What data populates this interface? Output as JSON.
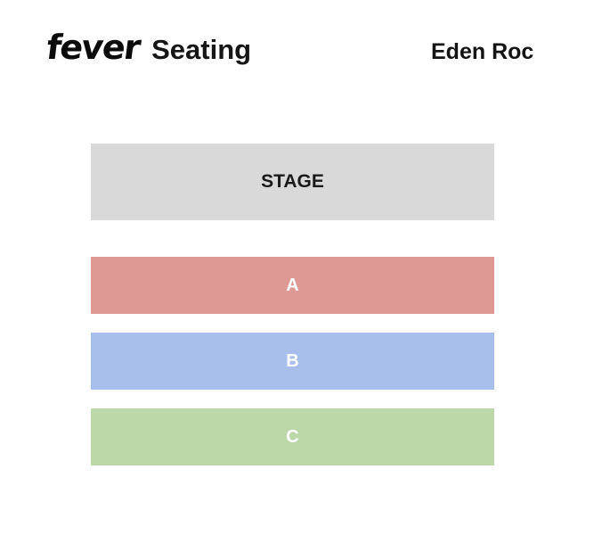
{
  "header": {
    "logo": "fever",
    "app_title": "Seating",
    "venue": "Eden Roc"
  },
  "seating_map": {
    "stage": {
      "label": "STAGE",
      "color": "#d9d9d9"
    },
    "sections": [
      {
        "label": "A",
        "color": "#de9995"
      },
      {
        "label": "B",
        "color": "#a8bfec"
      },
      {
        "label": "C",
        "color": "#bcd8a9"
      }
    ]
  }
}
